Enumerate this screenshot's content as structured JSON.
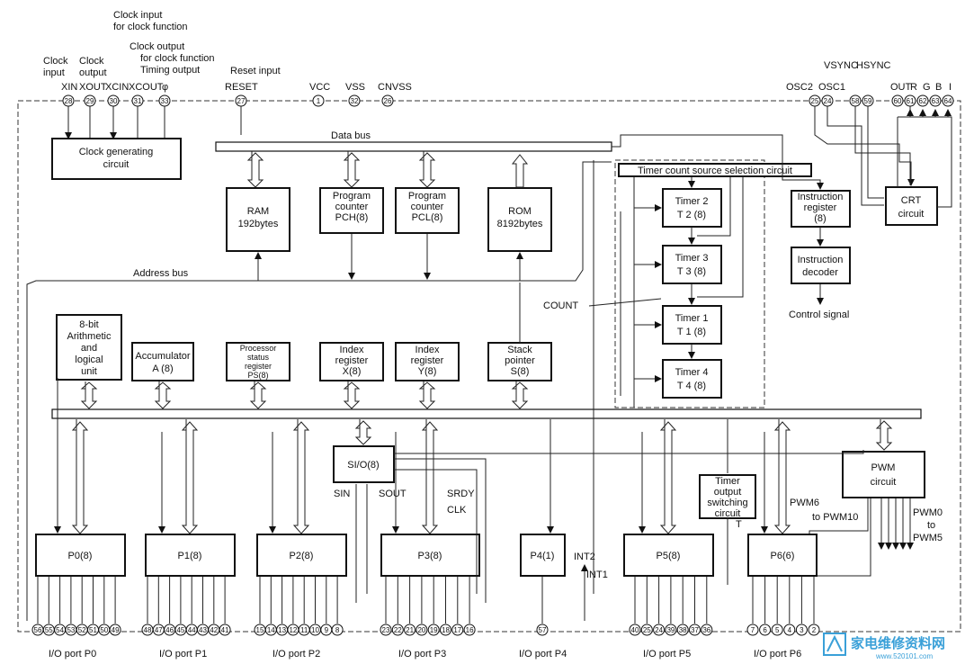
{
  "top_labels": {
    "clock_input": [
      "Clock",
      "input"
    ],
    "clock_output": [
      "Clock",
      "output"
    ],
    "clock_input_fn": [
      "Clock input",
      "for clock function"
    ],
    "clock_output_fn": [
      "Clock output",
      "for clock function"
    ],
    "timing_output": "Timing output",
    "reset_input": "Reset input"
  },
  "top_pins": [
    {
      "name": "XIN",
      "num": "28"
    },
    {
      "name": "XOUT",
      "num": "29"
    },
    {
      "name": "XCIN",
      "num": "30"
    },
    {
      "name": "XCOUT",
      "num": "31"
    },
    {
      "name": "φ",
      "num": "33"
    },
    {
      "name": "RESET",
      "num": "27"
    },
    {
      "name": "VCC",
      "num": "1"
    },
    {
      "name": "VSS",
      "num": "32"
    },
    {
      "name": "CNVSS",
      "num": "26"
    },
    {
      "name": "OSC2",
      "num": "25"
    },
    {
      "name": "OSC1",
      "num": "24"
    },
    {
      "name": "VSYNC",
      "num": "58"
    },
    {
      "name": "HSYNC",
      "num": "59"
    },
    {
      "name": "OUT",
      "num": "60"
    },
    {
      "name": "R",
      "num": "61"
    },
    {
      "name": "G",
      "num": "62"
    },
    {
      "name": "B",
      "num": "63"
    },
    {
      "name": "I",
      "num": "64"
    }
  ],
  "buses": {
    "data": "Data bus",
    "address": "Address bus"
  },
  "blocks": {
    "clock": [
      "Clock generating",
      "circuit"
    ],
    "ram": [
      "RAM",
      "192bytes"
    ],
    "pch": [
      "Program",
      "counter",
      "PCH(8)"
    ],
    "pcl": [
      "Program",
      "counter",
      "PCL(8)"
    ],
    "rom": [
      "ROM",
      "8192bytes"
    ],
    "alu": [
      "8-bit",
      "Arithmetic",
      "and",
      "logical",
      "unit"
    ],
    "acc": [
      "Accumulator",
      "A (8)"
    ],
    "ps": [
      "Processor",
      "status",
      "register",
      "PS(8)"
    ],
    "x": [
      "Index",
      "register",
      "X(8)"
    ],
    "y": [
      "Index",
      "register",
      "Y(8)"
    ],
    "sp": [
      "Stack",
      "pointer",
      "S(8)"
    ],
    "timer_sel": "Timer count source selection circuit",
    "timer2": [
      "Timer 2",
      "T 2  (8)"
    ],
    "timer3": [
      "Timer 3",
      "T 3  (8)"
    ],
    "timer1": [
      "Timer 1",
      "T 1  (8)"
    ],
    "timer4": [
      "Timer 4",
      "T 4  (8)"
    ],
    "ir": [
      "Instruction",
      "register",
      "(8)"
    ],
    "idec": [
      "Instruction",
      "decoder"
    ],
    "crt": [
      "CRT",
      "circuit"
    ],
    "sio": "SI/O(8)",
    "tosw": [
      "Timer",
      "output",
      "switching",
      "circuit"
    ],
    "pwm": [
      "PWM",
      "circuit"
    ]
  },
  "misc_labels": {
    "count": "COUNT",
    "control": "Control signal",
    "sin": "SIN",
    "sout": "SOUT",
    "srdy": "SRDY",
    "clk": "CLK",
    "int2": "INT2",
    "int1": "INT1",
    "t": "T",
    "pwm6": [
      "PWM6",
      "to PWM10"
    ],
    "pwm0": [
      "PWM0",
      "to",
      "PWM5"
    ]
  },
  "ports": [
    {
      "name": "P0(8)",
      "label": "I/O port P0",
      "pins": [
        "56",
        "55",
        "54",
        "53",
        "52",
        "51",
        "50",
        "49"
      ]
    },
    {
      "name": "P1(8)",
      "label": "I/O port P1",
      "pins": [
        "48",
        "47",
        "46",
        "45",
        "44",
        "43",
        "42",
        "41"
      ]
    },
    {
      "name": "P2(8)",
      "label": "I/O port P2",
      "pins": [
        "15",
        "14",
        "13",
        "12",
        "11",
        "10",
        "9",
        "8"
      ]
    },
    {
      "name": "P3(8)",
      "label": "I/O port P3",
      "pins": [
        "23",
        "22",
        "21",
        "20",
        "19",
        "18",
        "17",
        "16"
      ]
    },
    {
      "name": "P4(1)",
      "label": "I/O port P4",
      "pins": [
        "57"
      ]
    },
    {
      "name": "P5(8)",
      "label": "I/O port P5",
      "pins": [
        "40",
        "25",
        "24",
        "39",
        "38",
        "37",
        "36"
      ]
    },
    {
      "name": "P6(6)",
      "label": "I/O port P6",
      "pins": [
        "7",
        "6",
        "5",
        "4",
        "3",
        "2"
      ]
    }
  ],
  "watermark": "家电维修资料网",
  "watermark_url": "www.520101.com"
}
